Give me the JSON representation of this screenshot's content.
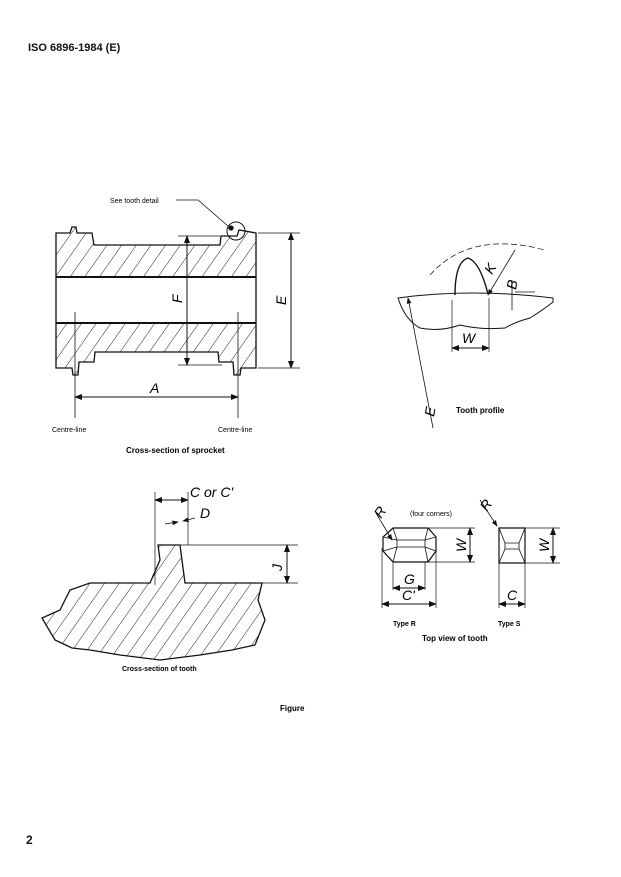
{
  "header": "ISO 6896-1984 (E)",
  "page_number": "2",
  "figure_caption": "Figure",
  "sprocket": {
    "caption": "Cross-section of sprocket",
    "note": "See tooth detail",
    "centre_line_left": "Centre-line",
    "centre_line_right": "Centre-line",
    "dim_A": "A",
    "dim_E": "E",
    "dim_F": "F"
  },
  "tooth_profile": {
    "caption": "Tooth profile",
    "dim_K": "K",
    "dim_B": "B",
    "dim_W": "W",
    "dim_E": "E"
  },
  "tooth_section": {
    "caption": "Cross-section of tooth",
    "dim_C": "C or C'",
    "dim_D": "D",
    "dim_J": "J"
  },
  "top_view": {
    "caption": "Top view of tooth",
    "note": "(four corners)",
    "type_r": "Type R",
    "type_s": "Type S",
    "dim_R1": "R",
    "dim_R2": "R",
    "dim_G": "G",
    "dim_C_prime": "C'",
    "dim_W1": "W",
    "dim_W2": "W",
    "dim_C": "C"
  }
}
